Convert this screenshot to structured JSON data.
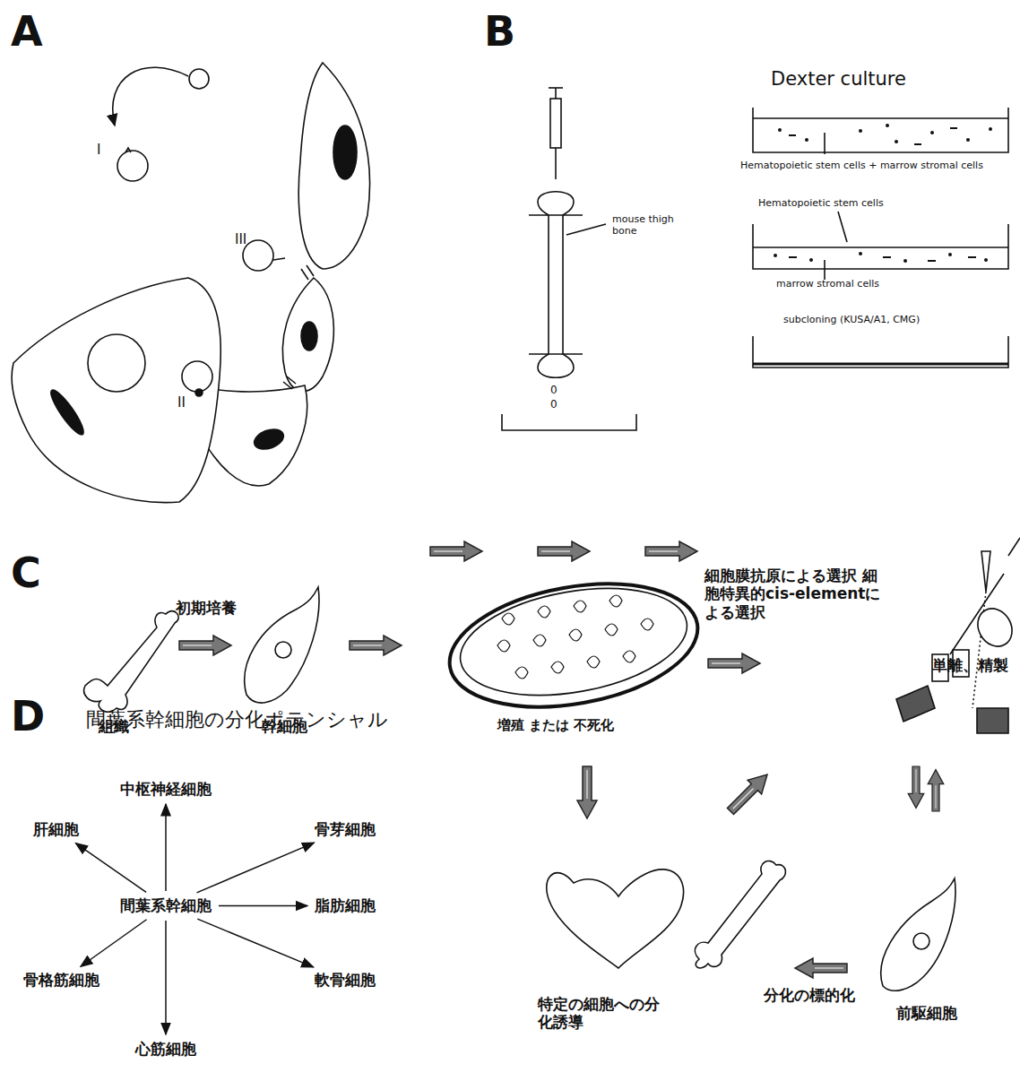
{
  "diagram": {
    "nodes": [
      {
        "text": [
          "間葉系幹細胞"
        ]
      },
      {
        "text": [
          "中枢神経細胞"
        ]
      },
      {
        "text": [
          "骨芽細胞"
        ]
      },
      {
        "text": [
          "脂肪細胞"
        ]
      },
      {
        "text": [
          "軟骨細胞"
        ]
      },
      {
        "text": [
          "心筋細胞"
        ]
      },
      {
        "text": [
          "骨格筋細胞"
        ]
      },
      {
        "text": [
          "肝細胞"
        ]
      }
    ],
    "edges": [
      {
        "from": 0,
        "to": 1,
        "arrow": "to"
      },
      {
        "from": 0,
        "to": 2,
        "arrow": "to"
      },
      {
        "from": 0,
        "to": 3,
        "arrow": "to"
      },
      {
        "from": 0,
        "to": 4,
        "arrow": "to"
      },
      {
        "from": 0,
        "to": 5,
        "arrow": "to"
      },
      {
        "from": 0,
        "to": 6,
        "arrow": "to"
      },
      {
        "from": 0,
        "to": 7,
        "arrow": "to"
      }
    ],
    "labels": [
      "A",
      "B",
      "C",
      "D",
      "I",
      "II",
      "III",
      "Dexter culture",
      "mouse thigh bone",
      "0",
      "0",
      "Hematopoietic stem cells + marrow stromal cells",
      "Hematopoietic stem cells",
      "marrow stromal cells",
      "subcloning (KUSA/A1, CMG)",
      "初期培養",
      "組織",
      "幹細胞",
      "増殖 または 不死化",
      "細胞膜抗原による選択 細胞特異的cis-elementによる選択",
      "単離、精製",
      "間葉系幹細胞の分化ポテンシャル",
      "特定の細胞への分化誘導",
      "分化の標的化",
      "前駆細胞"
    ]
  }
}
